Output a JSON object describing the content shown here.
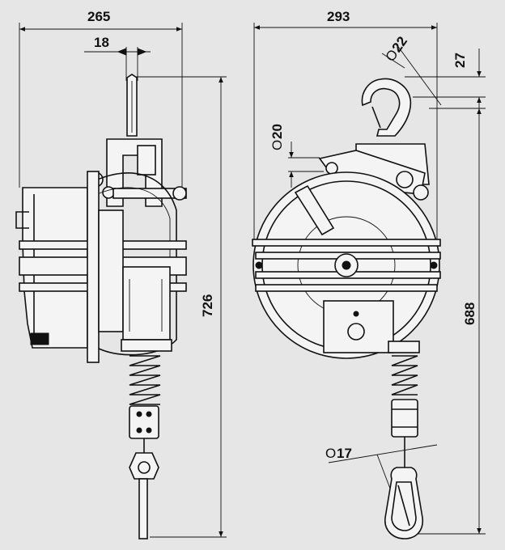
{
  "dimensions": {
    "width_left": "265",
    "hook_width": "18",
    "height_left": "726",
    "width_right": "293",
    "diameter_hook": "22",
    "hook_offset": "27",
    "diameter_20": "20",
    "height_right": "688",
    "diameter_17": "17"
  },
  "symbols": {
    "diameter": "O"
  },
  "colors": {
    "background": "#e6e6e7",
    "line": "#111111",
    "fill": "#f4f4f4"
  }
}
